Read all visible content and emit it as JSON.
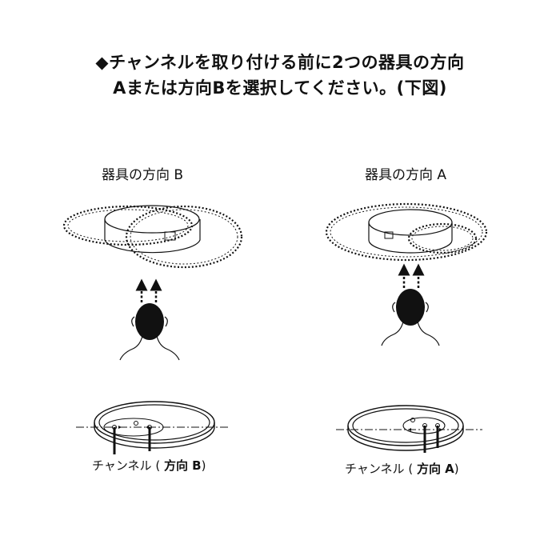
{
  "title": {
    "line1": "◆チャンネルを取り付ける前に2つの器具の方向",
    "line2": "Aまたは方向Bを選択してください。(下図)"
  },
  "left": {
    "label": "器具の方向 B",
    "caption_prefix": "チャンネル ( ",
    "caption_bold": "方向 B",
    "caption_suffix": ")"
  },
  "right": {
    "label": "器具の方向 A",
    "caption_prefix": "チャンネル ( ",
    "caption_bold": "方向 A",
    "caption_suffix": ")"
  }
}
